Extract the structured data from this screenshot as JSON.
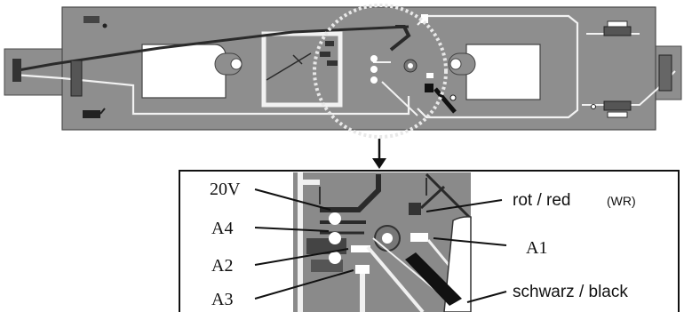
{
  "callout_labels": {
    "v20": "20V",
    "a4": "A4",
    "a2": "A2",
    "a3": "A3",
    "rot_red": "rot / red",
    "wr": "(WR)",
    "a1": "A1",
    "schwarz_black": "schwarz / black"
  },
  "colors": {
    "board": "#8e8e8e",
    "board_dark": "#6a6a6a",
    "board_edge": "#4a4a4a",
    "trace_light": "#f2f2f2",
    "trace_dark": "#2a2a2a",
    "pad_white": "#ffffff",
    "frame": "#111111"
  }
}
